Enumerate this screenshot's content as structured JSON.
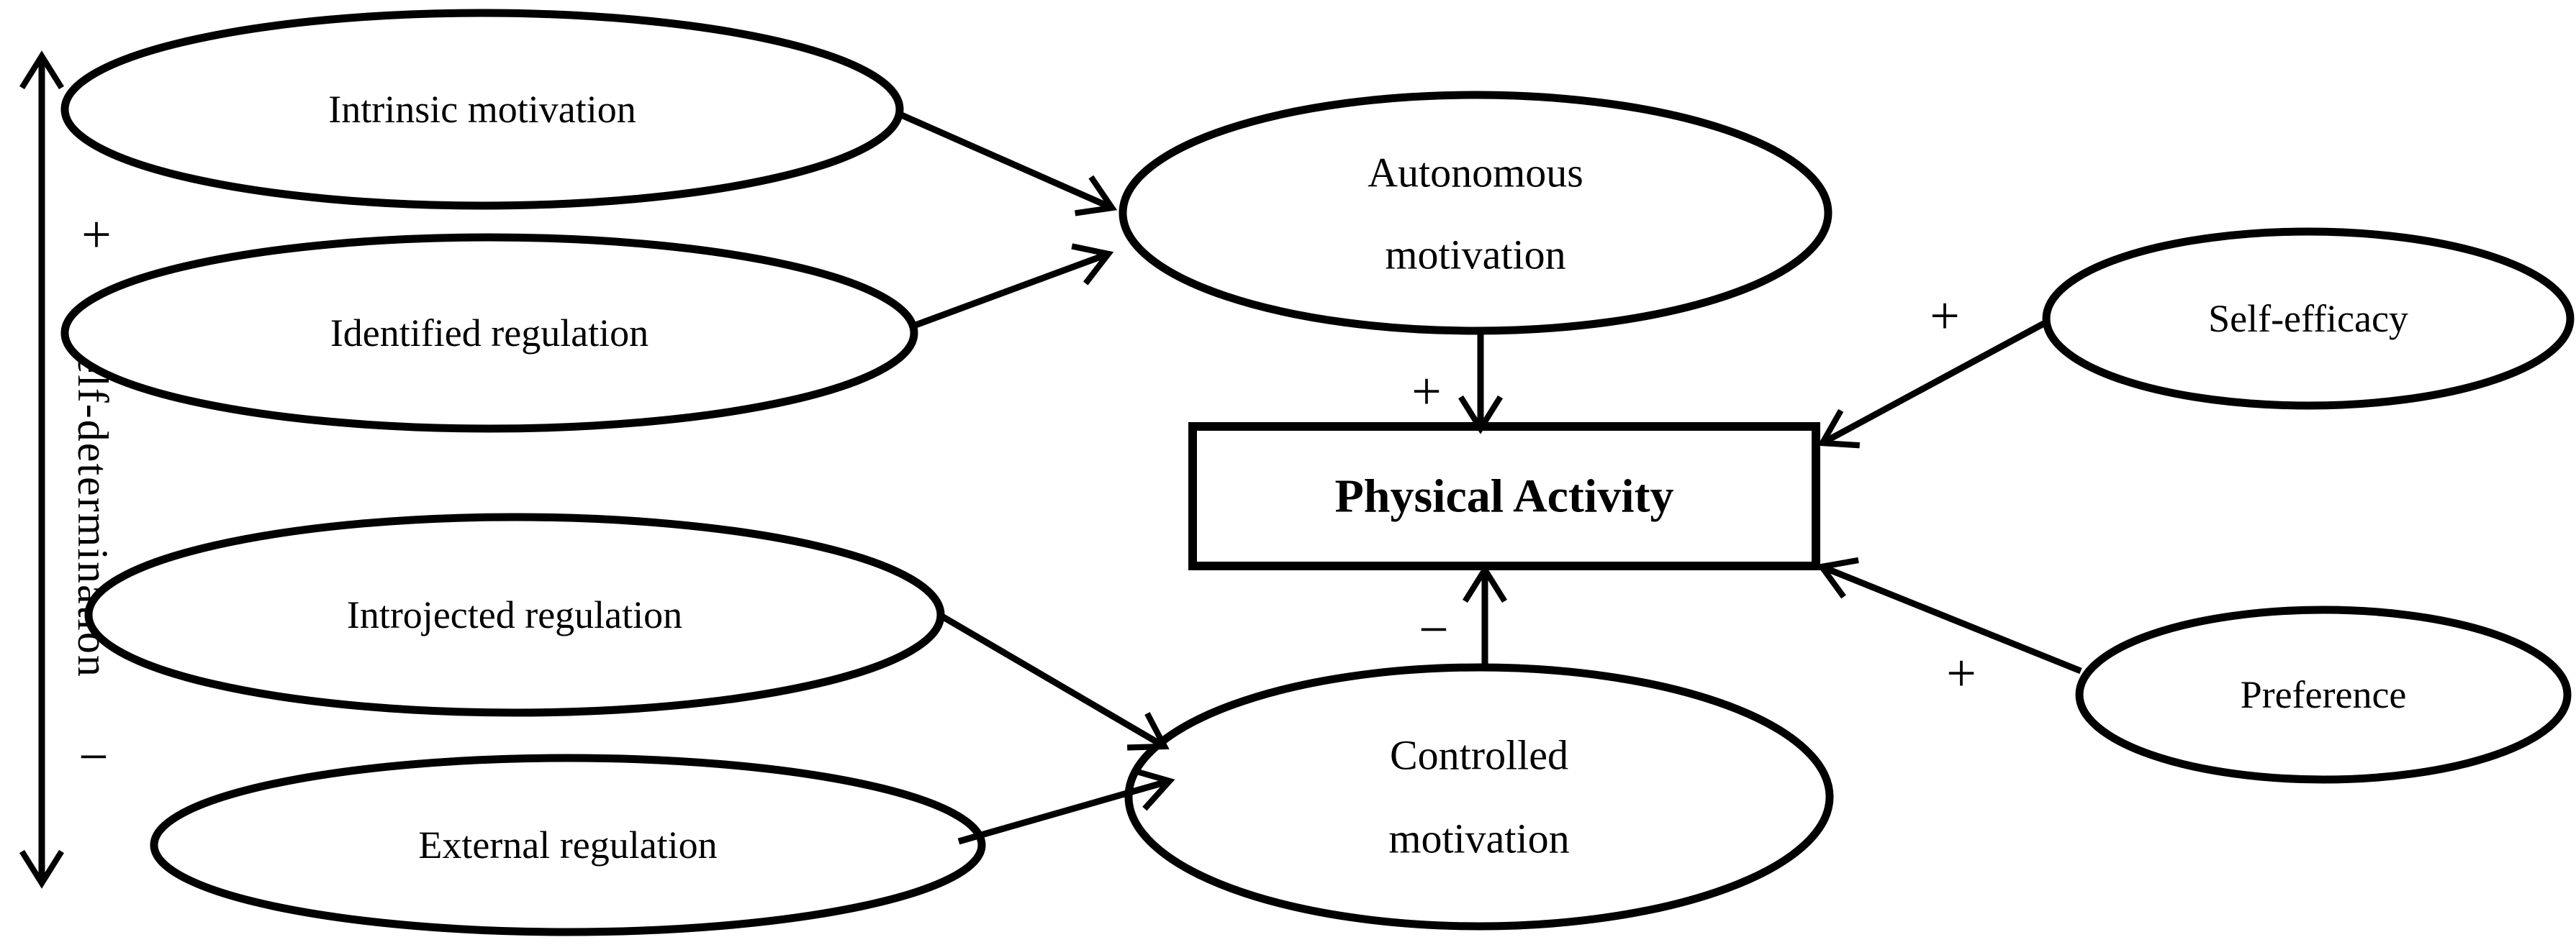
{
  "figure": {
    "background": "#ffffff",
    "stroke_color": "#000000",
    "axis": {
      "label": "Self-determination",
      "plus": "+",
      "minus": "−"
    },
    "nodes": {
      "intrinsic": "Intrinsic motivation",
      "identified": "Identified regulation",
      "introjected": "Introjected regulation",
      "external": "External regulation",
      "autonomous_line1": "Autonomous",
      "autonomous_line2": "motivation",
      "controlled_line1": "Controlled",
      "controlled_line2": "motivation",
      "self_efficacy": "Self-efficacy",
      "preference": "Preference",
      "outcome": "Physical Activity"
    },
    "edge_signs": {
      "autonomous_to_outcome": "+",
      "controlled_to_outcome": "−",
      "self_efficacy_to_outcome": "+",
      "preference_to_outcome": "+"
    }
  }
}
